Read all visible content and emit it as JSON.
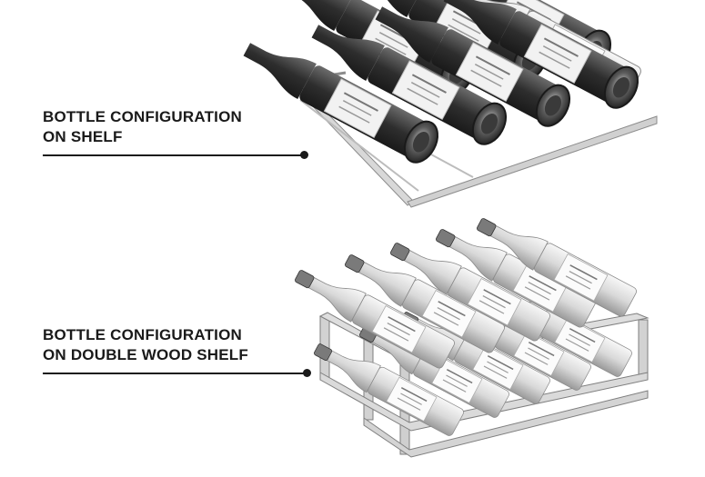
{
  "sections": [
    {
      "line1": "BOTTLE CONFIGURATION",
      "line2": "ON SHELF"
    },
    {
      "line1": "BOTTLE CONFIGURATION",
      "line2": "ON DOUBLE WOOD SHELF"
    }
  ],
  "colors": {
    "text": "#1a1a1a",
    "shelf": "#d6d6d6",
    "bottle_dark": "#3a3a3a",
    "bottle_glass": "#e8e8e8"
  }
}
